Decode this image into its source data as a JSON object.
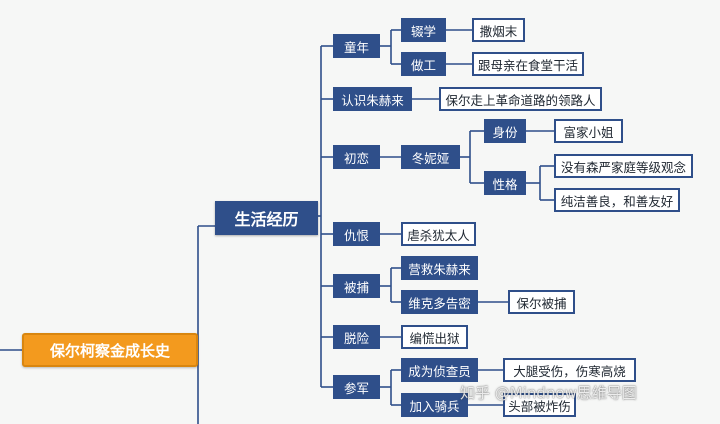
{
  "mindmap": {
    "root": "保尔柯察金成长史",
    "main": "生活经历",
    "branches": {
      "childhood": {
        "label": "童年",
        "dropout": {
          "label": "辍学",
          "detail": "撒烟末"
        },
        "work": {
          "label": "做工",
          "detail": "跟母亲在食堂干活"
        }
      },
      "meet_zhuhelai": {
        "label": "认识朱赫来",
        "detail": "保尔走上革命道路的领路人"
      },
      "first_love": {
        "label": "初恋",
        "person": "冬妮娅",
        "identity": {
          "label": "身份",
          "detail": "富家小姐"
        },
        "character": {
          "label": "性格",
          "details": [
            "没有森严家庭等级观念",
            "纯洁善良，和善友好"
          ]
        }
      },
      "hatred": {
        "label": "仇恨",
        "detail": "虐杀犹太人"
      },
      "arrested": {
        "label": "被捕",
        "rescue": "营救朱赫来",
        "informer": {
          "label": "维克多告密",
          "detail": "保尔被捕"
        }
      },
      "escape": {
        "label": "脱险",
        "detail": "编慌出狱"
      },
      "army": {
        "label": "参军",
        "scout": {
          "label": "成为侦查员",
          "detail": "大腿受伤，伤寒高烧"
        },
        "cavalry": {
          "label": "加入骑兵",
          "detail": "头部被炸伤"
        }
      }
    }
  },
  "watermark": "知乎 @Mindnow思维导图"
}
